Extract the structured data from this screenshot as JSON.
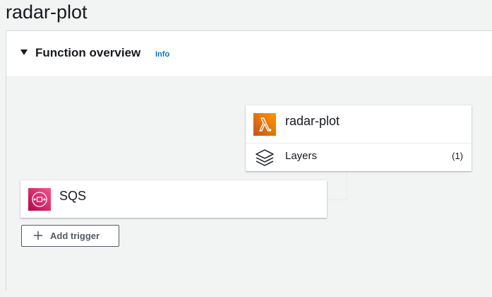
{
  "page": {
    "title": "radar-plot"
  },
  "overview": {
    "title": "Function overview",
    "info_label": "Info"
  },
  "function_card": {
    "name": "radar-plot",
    "icon": "lambda-icon",
    "layers_label": "Layers",
    "layers_count": "(1)"
  },
  "trigger_card": {
    "name": "SQS",
    "icon": "sqs-icon"
  },
  "actions": {
    "add_trigger_label": "Add trigger"
  },
  "colors": {
    "lambda_orange": "#ff9900",
    "sqs_pink": "#e7157b",
    "link_blue": "#0073bb"
  }
}
